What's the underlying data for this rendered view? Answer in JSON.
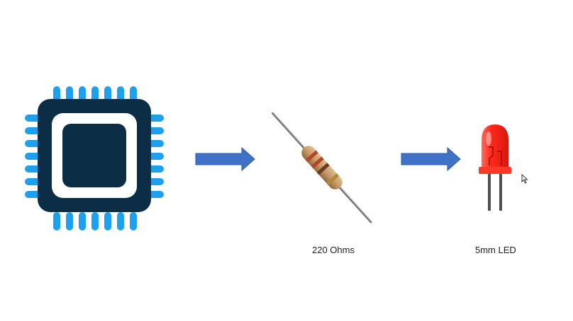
{
  "diagram": {
    "nodes": [
      {
        "icon": "microcontroller-chip-icon",
        "label": ""
      },
      {
        "icon": "resistor-icon",
        "label": "220 Ohms"
      },
      {
        "icon": "led-icon",
        "label": "5mm LED"
      }
    ],
    "edges": [
      {
        "from": 0,
        "to": 1
      },
      {
        "from": 1,
        "to": 2
      }
    ]
  },
  "colors": {
    "background": "#ffffff",
    "chip_body": "#0b2d45",
    "chip_pins": "#1ea0f0",
    "chip_window": "#ffffff",
    "arrow_fill": "#3f72c6",
    "arrow_stroke": "#2e5ba8",
    "resistor_body": "#c89a68",
    "led_red": "#ff2a1e",
    "led_leg": "#5a5a5a"
  }
}
